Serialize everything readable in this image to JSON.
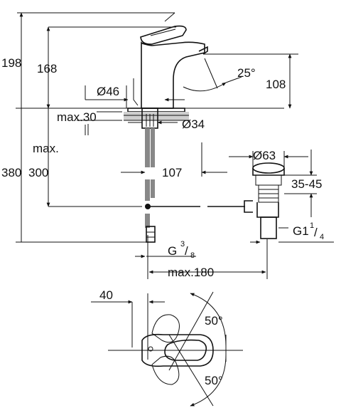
{
  "dimensions": {
    "total_height": "198",
    "spout_height": "168",
    "angle_lever": "25°",
    "under_spout": "108",
    "base_diameter": "Ø46",
    "max_thickness_a": "max.30",
    "hole_diameter": "Ø34",
    "max_word": "max.",
    "tail_length": "300",
    "total_length": "380",
    "reach": "107",
    "waste_diameter": "Ø63",
    "waste_range": "35-45",
    "waste_thread_g": "G1",
    "waste_thread_num": "1",
    "waste_thread_den": "4",
    "supply_thread_g": "G",
    "supply_thread_num": "3",
    "supply_thread_den": "8",
    "rod_max": "max.180",
    "handle_clearance": "40",
    "swing_angle_top": "50°",
    "swing_angle_bottom": "50°"
  }
}
